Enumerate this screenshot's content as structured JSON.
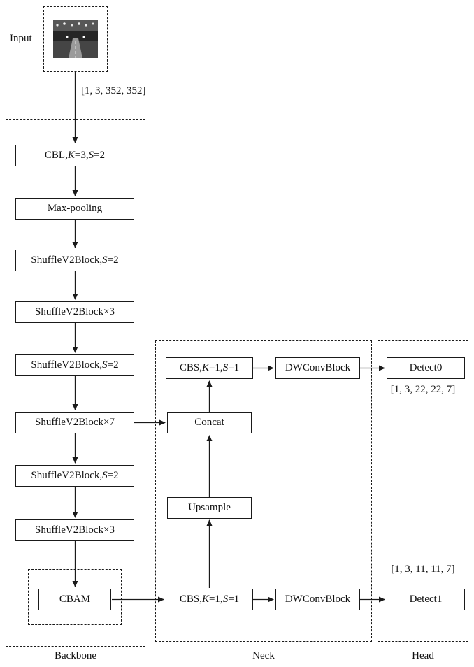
{
  "input": {
    "label": "Input",
    "tensor": "[1, 3, 352, 352]"
  },
  "backbone": {
    "section_label": "Backbone",
    "cbl": [
      "CBL, ",
      "K",
      "=3, ",
      "S",
      "=2"
    ],
    "maxpool": "Max-pooling",
    "shuffle_s2": [
      "ShuffleV2Block, ",
      "S",
      "=2"
    ],
    "shuffle_x3": "ShuffleV2Block×3",
    "shuffle_x7": "ShuffleV2Block×7",
    "cbam": "CBAM"
  },
  "neck": {
    "section_label": "Neck",
    "cbs": [
      "CBS, ",
      "K",
      "=1, ",
      "S",
      "=1"
    ],
    "dwconv": "DWConvBlock",
    "concat": "Concat",
    "upsample": "Upsample"
  },
  "head": {
    "section_label": "Head",
    "detect0": {
      "label": "Detect0",
      "tensor": "[1, 3, 22, 22, 7]"
    },
    "detect1": {
      "label": "Detect1",
      "tensor": "[1, 3, 11, 11, 7]"
    }
  },
  "colors": {
    "line": "#1a1a1a",
    "box_border": "#1a1a1a",
    "box_fill": "#ffffff",
    "background": "#ffffff",
    "text": "#111111"
  }
}
